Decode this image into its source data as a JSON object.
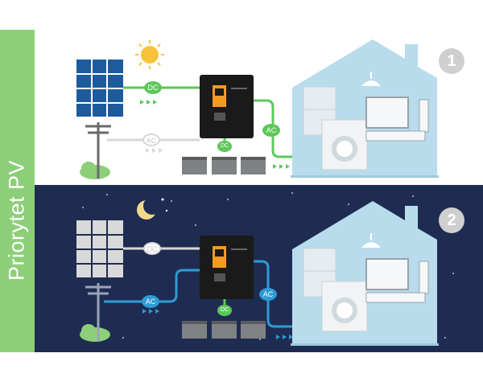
{
  "sidebar": {
    "label": "Priorytet PV"
  },
  "scenarios": [
    {
      "number": "1",
      "mode": "day",
      "labels": {
        "pv_line": "DC",
        "grid_line": "AC",
        "house_line": "AC",
        "battery_line": "DC"
      }
    },
    {
      "number": "2",
      "mode": "night",
      "labels": {
        "pv_line": "DC",
        "grid_line": "AC",
        "house_line": "AC",
        "battery_line": "DC"
      }
    }
  ],
  "colors": {
    "sidebar": "#8dcf79",
    "night_bg": "#1f2c52",
    "flow_active_day": "#5cc85a",
    "flow_active_night": "#2f9bd6",
    "flow_inactive": "#d7d7d7",
    "house": "#b8dcec",
    "inverter_display": "#f29a24"
  },
  "icons": [
    "sun-icon",
    "moon-icon",
    "solar-panel-icon",
    "power-pole-icon",
    "tree-icon",
    "inverter-icon",
    "battery-icon",
    "house-icon",
    "fridge-icon",
    "washing-machine-icon",
    "tv-icon",
    "ceiling-lamp-icon"
  ]
}
